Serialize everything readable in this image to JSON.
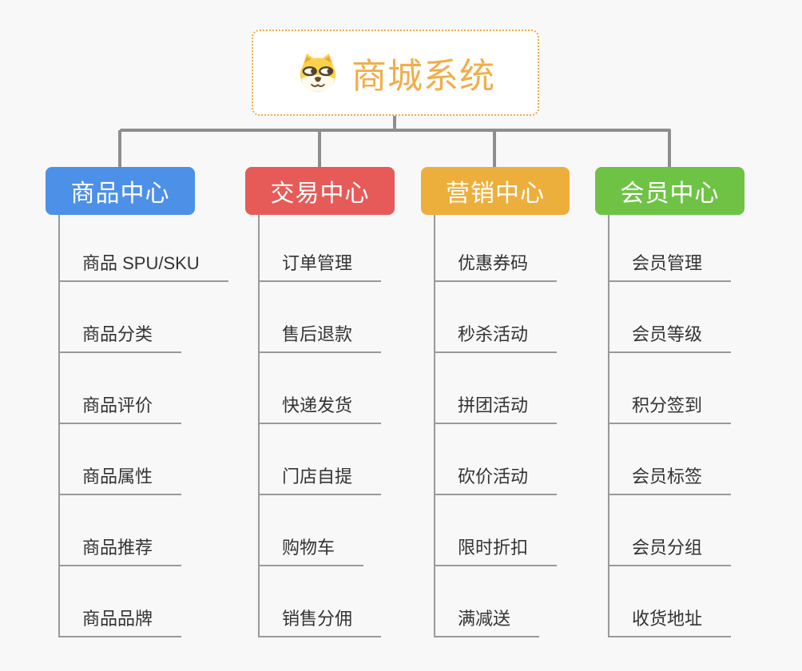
{
  "page": {
    "background_color": "#f8f8f8",
    "connector_color": "#8e8e8e",
    "child_line_color": "#999999"
  },
  "root": {
    "title": "商城系统",
    "icon": "dog-icon",
    "text_color": "#f0ae4a",
    "border_color": "#f0a948"
  },
  "branches": [
    {
      "label": "商品中心",
      "color": "#4d90e8",
      "children": [
        "商品 SPU/SKU",
        "商品分类",
        "商品评价",
        "商品属性",
        "商品推荐",
        "商品品牌"
      ]
    },
    {
      "label": "交易中心",
      "color": "#e65b58",
      "children": [
        "订单管理",
        "售后退款",
        "快递发货",
        "门店自提",
        "购物车",
        "销售分佣"
      ]
    },
    {
      "label": "营销中心",
      "color": "#edaf3c",
      "children": [
        "优惠券码",
        "秒杀活动",
        "拼团活动",
        "砍价活动",
        "限时折扣",
        "满减送"
      ]
    },
    {
      "label": "会员中心",
      "color": "#6fc344",
      "children": [
        "会员管理",
        "会员等级",
        "积分签到",
        "会员标签",
        "会员分组",
        "收货地址"
      ]
    }
  ]
}
